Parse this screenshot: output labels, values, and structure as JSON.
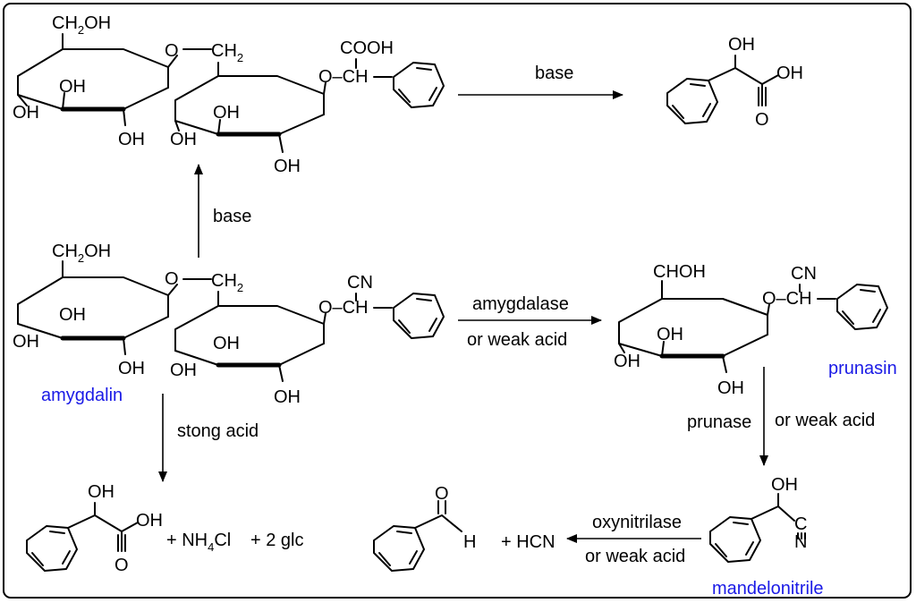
{
  "labels": {
    "amygdalin": "amygdalin",
    "prunasin": "prunasin",
    "mandelonitrile": "mandelonitrile"
  },
  "conditions": {
    "top_base": "base",
    "up_base": "base",
    "amygdalase": "amygdalase",
    "or_weak_acid_1": "or weak acid",
    "strong_acid": "stong acid",
    "prunase": "prunase",
    "or_weak_acid_2": "or weak acid",
    "oxynitrilase": "oxynitrilase",
    "or_weak_acid_3": "or weak acid"
  },
  "groups": {
    "ch2oh": "CH",
    "ch2oh_sub": "2",
    "ch2oh_end": "OH",
    "ch2": "CH",
    "ch2_sub": "2",
    "oh": "OH",
    "o": "O",
    "cooh": "COOH",
    "och": "O–CH",
    "cn": "CN",
    "choh": "CHOH",
    "c": "C",
    "n": "N",
    "h": "H"
  },
  "products": {
    "nh4cl_pre": "+ NH",
    "nh4cl_sub": "4",
    "nh4cl_post": "Cl",
    "glc": "+ 2 glc",
    "hcn": "+ HCN"
  }
}
